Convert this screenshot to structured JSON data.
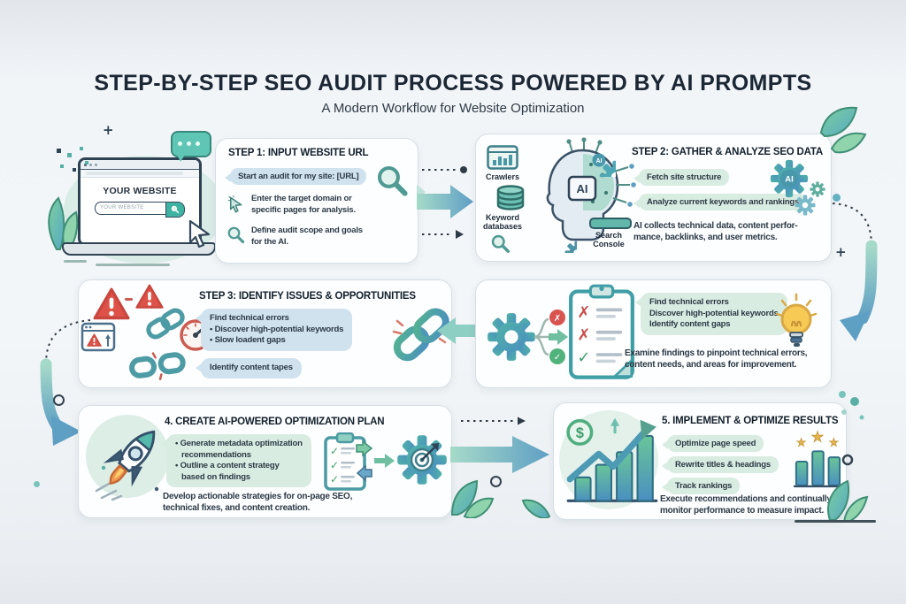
{
  "header": {
    "title": "STEP-BY-STEP SEO AUDIT PROCESS POWERED BY AI PROMPTS",
    "subtitle": "A Modern Workflow for Website Optimization"
  },
  "laptop": {
    "screen_title": "YOUR WEBSITE",
    "search_text": "YOUR WEBSITE"
  },
  "step1": {
    "title": "STEP 1: INPUT WEBSITE URL",
    "prompt": "Start an audit for my site: [URL]",
    "bullet1": [
      "Enter the target domain or",
      "specific pages for analysis."
    ],
    "bullet2": [
      "Define audit scope and goals",
      "for the AI."
    ]
  },
  "step2": {
    "title": "STEP 2: GATHER & ANALYZE SEO DATA",
    "pill1": "Fetch site structure",
    "pill2": "Analyze current keywords and rankings",
    "desc": [
      "AI collects technical data, content perfor-",
      "mance, backlinks, and user metrics."
    ],
    "label_crawlers": "Crawlers",
    "label_keyword_db": [
      "Keyword",
      "databases"
    ],
    "label_search_console": [
      "Search",
      "Console"
    ]
  },
  "step3": {
    "title": "STEP 3: IDENTIFY ISSUES & OPPORTUNITIES",
    "bubble1": [
      "Find technical errors",
      "• Discover high-potential keywords",
      "• Slow loadent gaps"
    ],
    "bubble2": "Identify content tapes"
  },
  "analysis": {
    "bubble": [
      "Find technical errors",
      "Discover high-potential keywords",
      "Identify content gaps"
    ],
    "desc": [
      "Examine findings to pinpoint technical errors,",
      "content needs, and areas for improvement."
    ]
  },
  "step4": {
    "title": "4. CREATE AI-POWERED OPTIMIZATION PLAN",
    "bubble": [
      "• Generate metadata optimization",
      "recommendations",
      "• Outline a content strategy",
      "based on findings"
    ],
    "desc": [
      "Develop actionable strategies for on-page SEO,",
      "technical fixes, and content creation."
    ]
  },
  "step5": {
    "title": "5. IMPLEMENT & OPTIMIZE RESULTS",
    "pills": [
      "Optimize page speed",
      "Rewrite titles & headings",
      "Track rankings"
    ],
    "desc": [
      "Execute recommendations and continually",
      "monitor performance to measure impact."
    ]
  },
  "icons": {
    "ai": "AI",
    "check": "✓",
    "cross": "✗",
    "star": "★",
    "dollar": "$",
    "plus": "+"
  },
  "colors": {
    "accent_teal": "#4fa8a0",
    "accent_blue": "#5e9fc4",
    "pill_blue": "#cfe2ee",
    "pill_green": "#d9ece1",
    "alert_red": "#d9534f",
    "success_green": "#52b27b",
    "bulb_yellow": "#f6ca55",
    "ink": "#1b2734"
  }
}
